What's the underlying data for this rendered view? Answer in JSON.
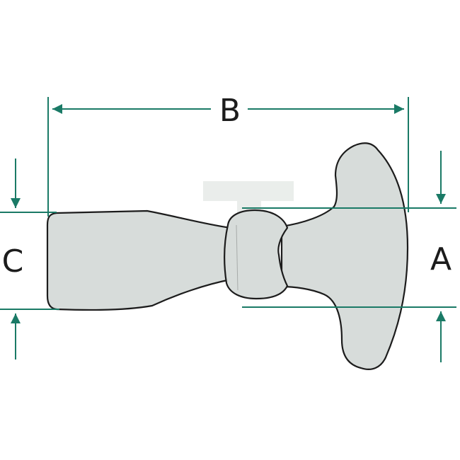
{
  "colors": {
    "dimension": "#1a7a66",
    "part_fill": "#d7dcda",
    "part_stroke": "#1c1c1c",
    "label": "#1c1c1c",
    "watermark": "#e8ece9"
  },
  "labels": {
    "a": "A",
    "b": "B",
    "c": "C"
  },
  "watermark": "T"
}
